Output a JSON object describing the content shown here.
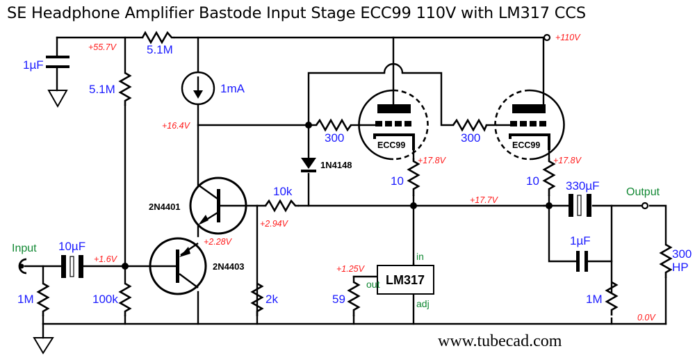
{
  "title": "SE Headphone Amplifier Bastode Input Stage ECC99 110V with LM317 CCS",
  "watermark": "www.tubecad.com",
  "colors": {
    "wire": "#000000",
    "component_value": "#1a1aff",
    "voltage": "#ff1a1a",
    "pin_label": "#118833"
  },
  "io": {
    "input_label": "Input",
    "output_label": "Output"
  },
  "supply": {
    "b_plus": "+110V"
  },
  "components": {
    "c_filter": "1µF",
    "r_series_top": "5.1M",
    "r_divider_top": "5.1M",
    "ccs_current": "1mA",
    "c_input": "10µF",
    "r_input": "1M",
    "r_bias": "100k",
    "q_npn": "2N4401",
    "q_pnp": "2N4403",
    "r_base": "10k",
    "r_emitter": "2k",
    "diode": "1N4148",
    "r_grid_1": "300",
    "r_grid_2": "300",
    "tube_1": "ECC99",
    "tube_2": "ECC99",
    "r_cathode_1": "10",
    "r_cathode_2": "10",
    "c_output": "330µF",
    "c_bypass": "1µF",
    "r_output": "1M",
    "r_load": "300",
    "r_load_note": "HP",
    "r_set": "59",
    "regulator": "LM317"
  },
  "regulator_pins": {
    "in": "in",
    "out": "out",
    "adj": "adj"
  },
  "voltages": {
    "divider_top": "+55.7V",
    "ccs_bottom": "+16.4V",
    "cathode_1": "+17.8V",
    "cathode_2": "+17.8V",
    "cathode_bus": "+17.7V",
    "base_node": "+2.94V",
    "emitter_node": "+2.28V",
    "input_bias": "+1.6V",
    "lm317_out": "+1.25V",
    "ground": "0.0V"
  }
}
